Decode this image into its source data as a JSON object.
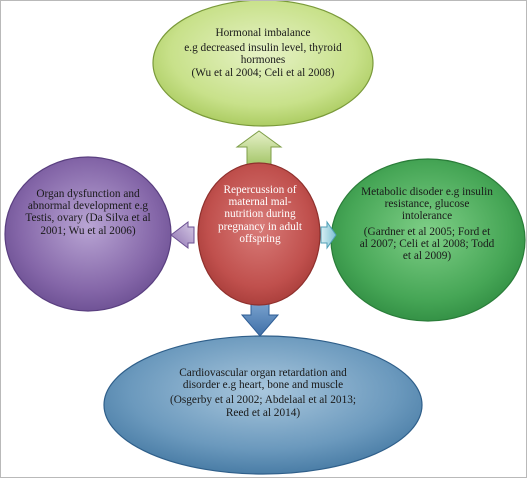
{
  "diagram": {
    "center": {
      "label": "Repercussion of maternal mal-nutrition during pregnancy in adult offspring",
      "color": "#c0504d"
    },
    "top": {
      "heading": "Hormonal imbalance",
      "detail": "e.g decreased insulin level, thyroid hormones",
      "refs": "(Wu et al 2004; Celi et al 2008)",
      "color": "#c8e18a",
      "arrow_color": "#9bbb59"
    },
    "right": {
      "heading": "Metabolic disoder e.g insulin resistance, glucose intolerance",
      "refs": "(Gardner et al 2005; Ford et al 2007; Celi et al 2008; Todd et al 2009)",
      "color": "#46a656",
      "arrow_color": "#4bacc6"
    },
    "bottom": {
      "heading": "Cardiovascular organ retardation and disorder e.g heart, bone and muscle",
      "refs": "(Osgerby et al 2002; Abdelaal et al 2013; Reed et al 2014)",
      "color": "#5f8fb4",
      "arrow_color": "#4f81bd"
    },
    "left": {
      "heading": "Organ dysfunction and abnormal development e.g Testis, ovary (Da Silva et al 2001; Wu et al 2006)",
      "color": "#8064a2",
      "arrow_color": "#8064a2"
    }
  }
}
